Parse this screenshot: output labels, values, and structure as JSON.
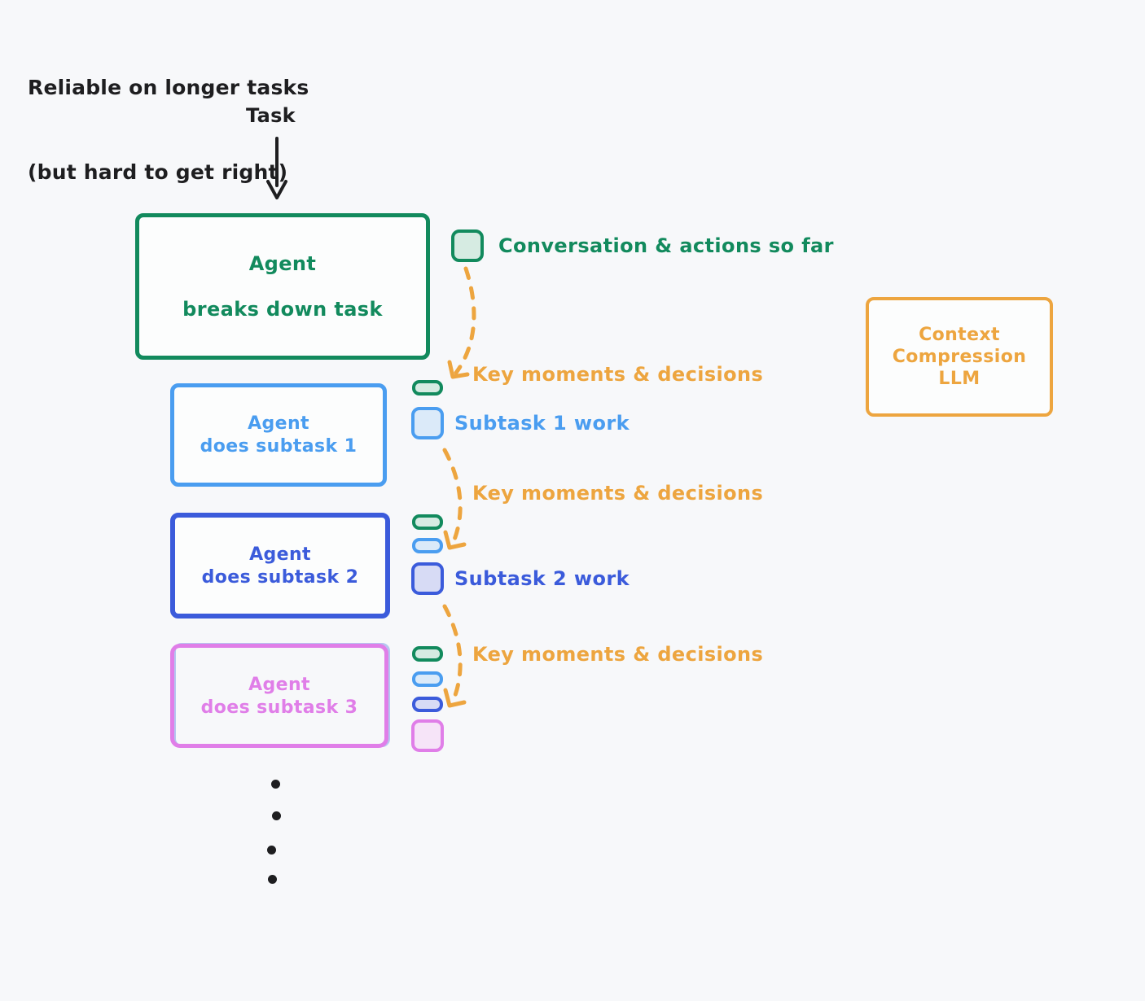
{
  "title": {
    "line1": "Reliable on longer tasks",
    "line2": "(but hard to get right)"
  },
  "task": {
    "label": "Task",
    "arrow_icon": "down-arrow-icon"
  },
  "boxes": {
    "main": {
      "line1": "Agent",
      "line2": "breaks down task",
      "color": "#128a5d"
    },
    "sub1": {
      "line1": "Agent",
      "line2": "does subtask 1",
      "color": "#4a9df0"
    },
    "sub2": {
      "line1": "Agent",
      "line2": "does subtask 2",
      "color": "#3b5bdb"
    },
    "sub3": {
      "line1": "Agent",
      "line2": "does subtask 3",
      "color": "#e07ee8"
    },
    "llm": {
      "line1": "Context",
      "line2": "Compression",
      "line3": "LLM",
      "color": "#eda53f"
    }
  },
  "legend": {
    "conversation": "Conversation & actions so far",
    "subtask1_work": "Subtask 1 work",
    "subtask2_work": "Subtask 2 work",
    "key_moments_1": "Key moments & decisions",
    "key_moments_2": "Key moments & decisions",
    "key_moments_3": "Key moments & decisions"
  },
  "colors": {
    "background": "#f7f8fa",
    "green": "#128a5d",
    "green_fill": "#d6ebe2",
    "blue": "#4a9df0",
    "blue_fill": "#dbeaf9",
    "indigo": "#3b5bdb",
    "indigo_fill": "#d7dbf5",
    "pink": "#e07ee8",
    "pink_fill": "#f6e4f8",
    "orange": "#eda53f",
    "text": "#1e1e20"
  },
  "ellipsis": {
    "dot_count": 4
  }
}
